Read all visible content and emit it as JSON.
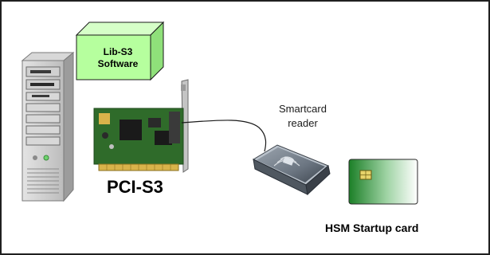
{
  "diagram": {
    "software_box": {
      "line1": "Lib-S3",
      "line2": "Software"
    },
    "pci_card_label": "PCI-S3",
    "reader_label": {
      "line1": "Smartcard",
      "line2": "reader"
    },
    "card_label": "HSM Startup card"
  },
  "colors": {
    "software_box_fill": "#b6ff9e",
    "card_green": "#1f8f2a",
    "pcb_green": "#2f6b2a",
    "tower_gray": "#c9c9c9"
  }
}
